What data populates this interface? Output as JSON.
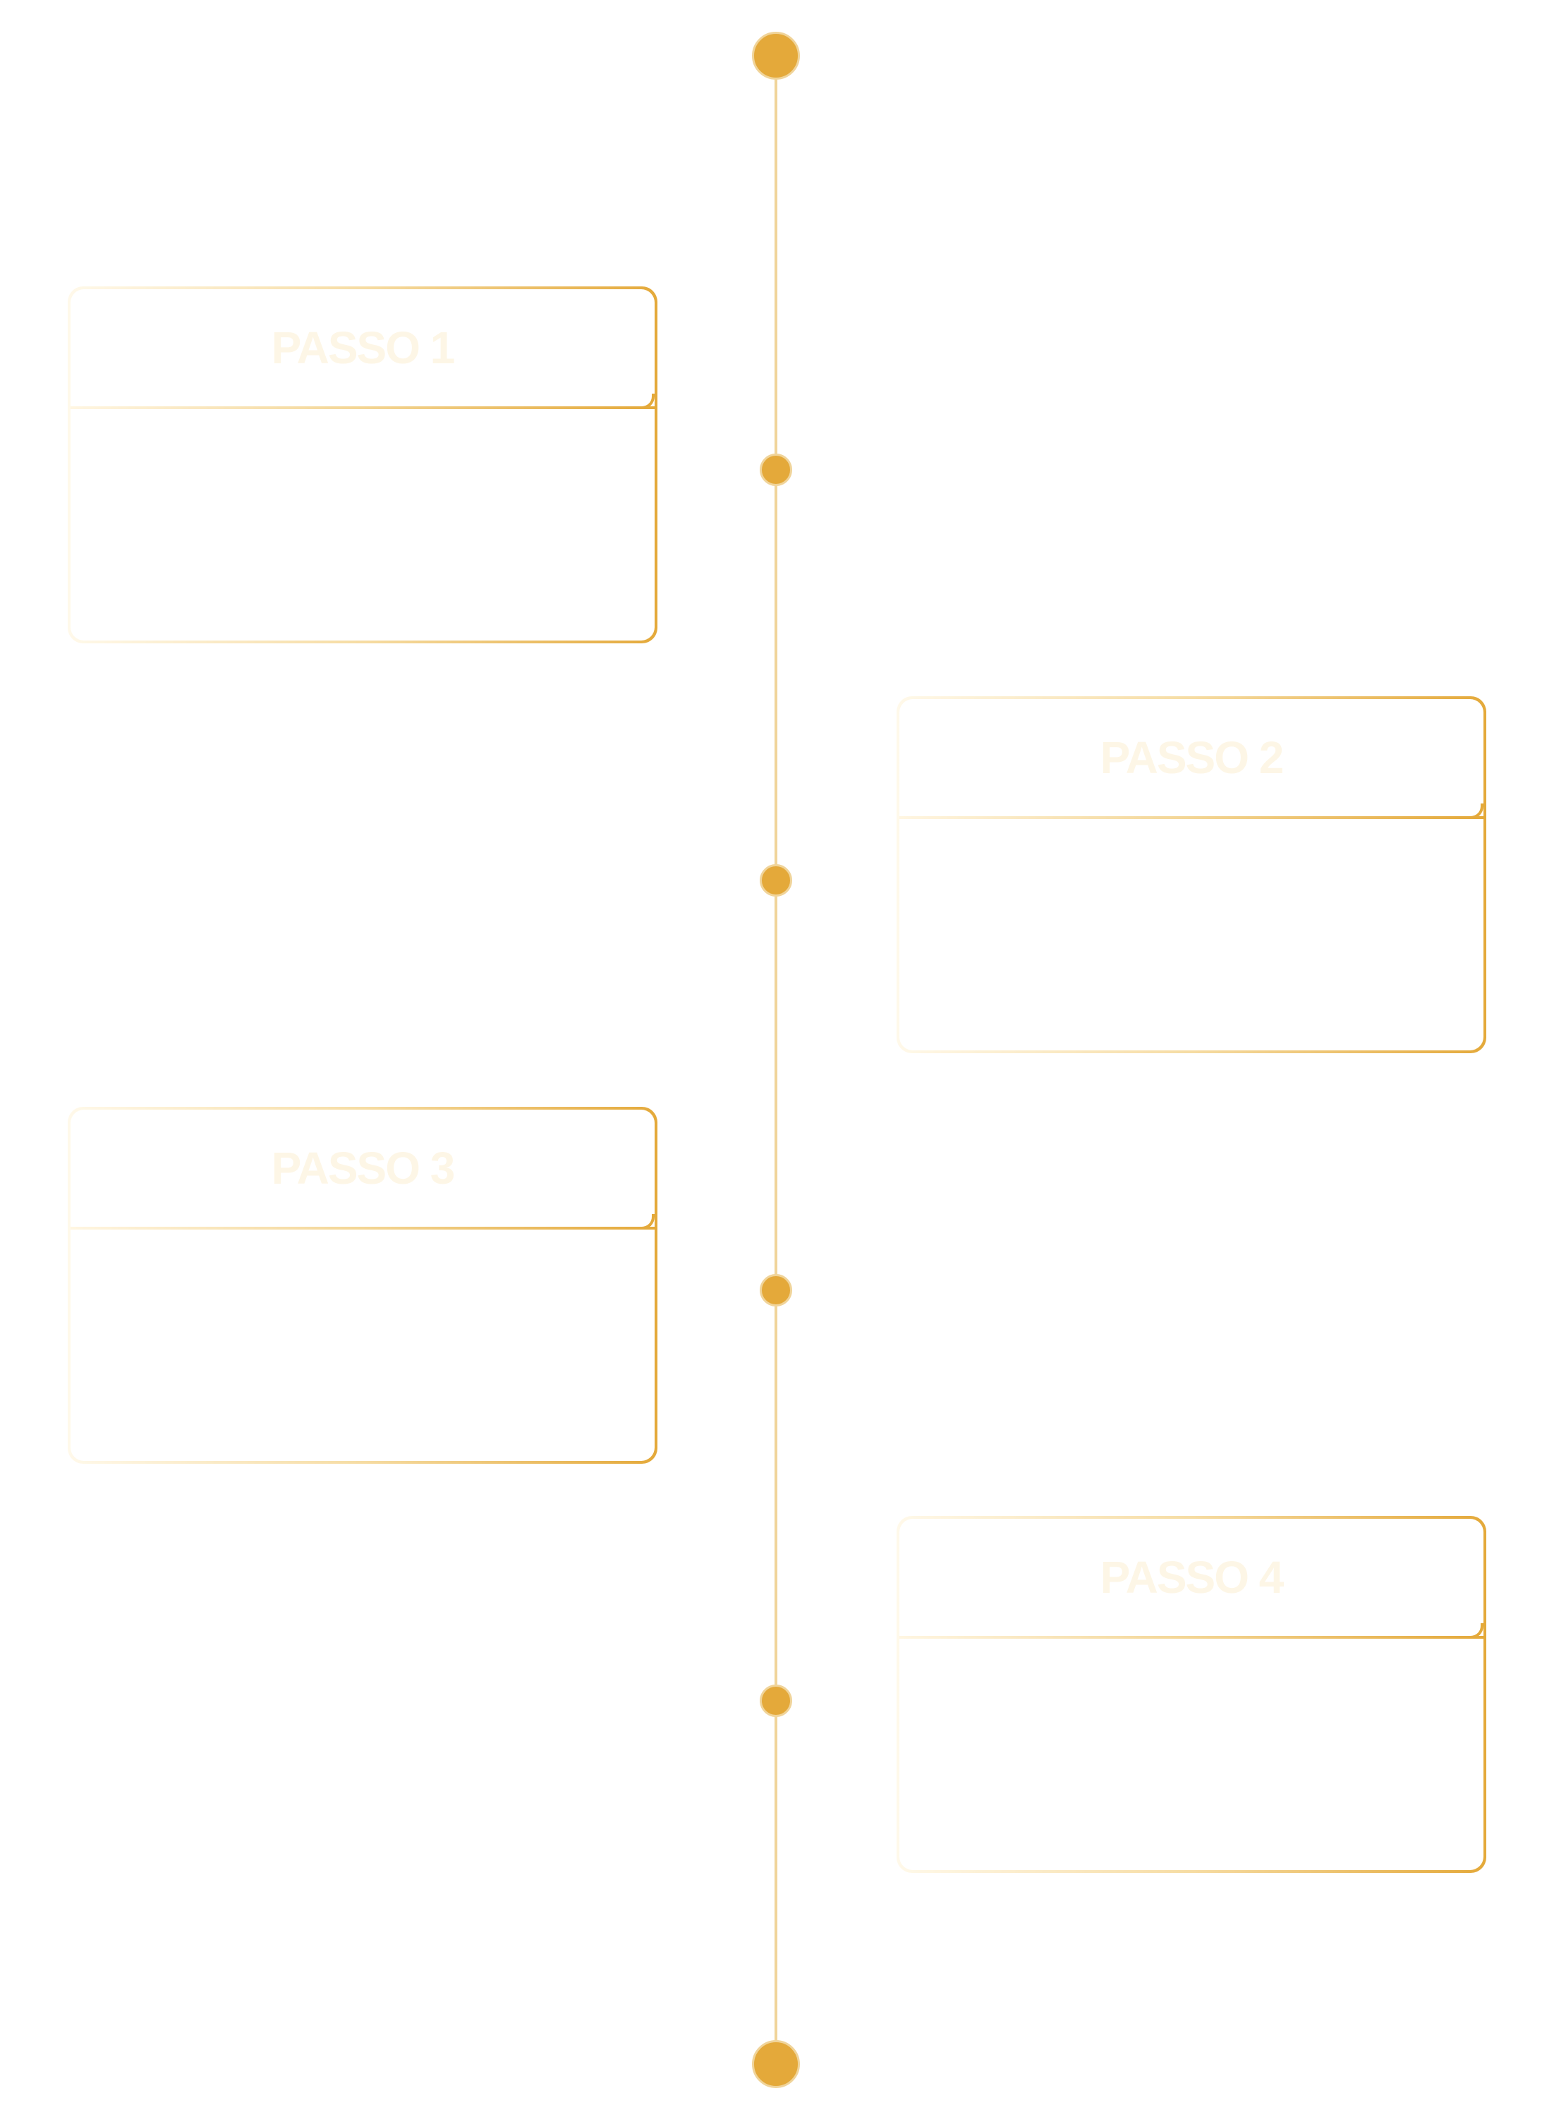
{
  "colors": {
    "accent": "#e4a93a",
    "line": "#f0d49a",
    "card_gradient_start": "#fff9ea",
    "card_gradient_end": "#e4a93a",
    "title_text": "#fdf6e6"
  },
  "timeline": {
    "steps": [
      {
        "label": "PASSO 1"
      },
      {
        "label": "PASSO 2"
      },
      {
        "label": "PASSO 3"
      },
      {
        "label": "PASSO 4"
      }
    ]
  }
}
